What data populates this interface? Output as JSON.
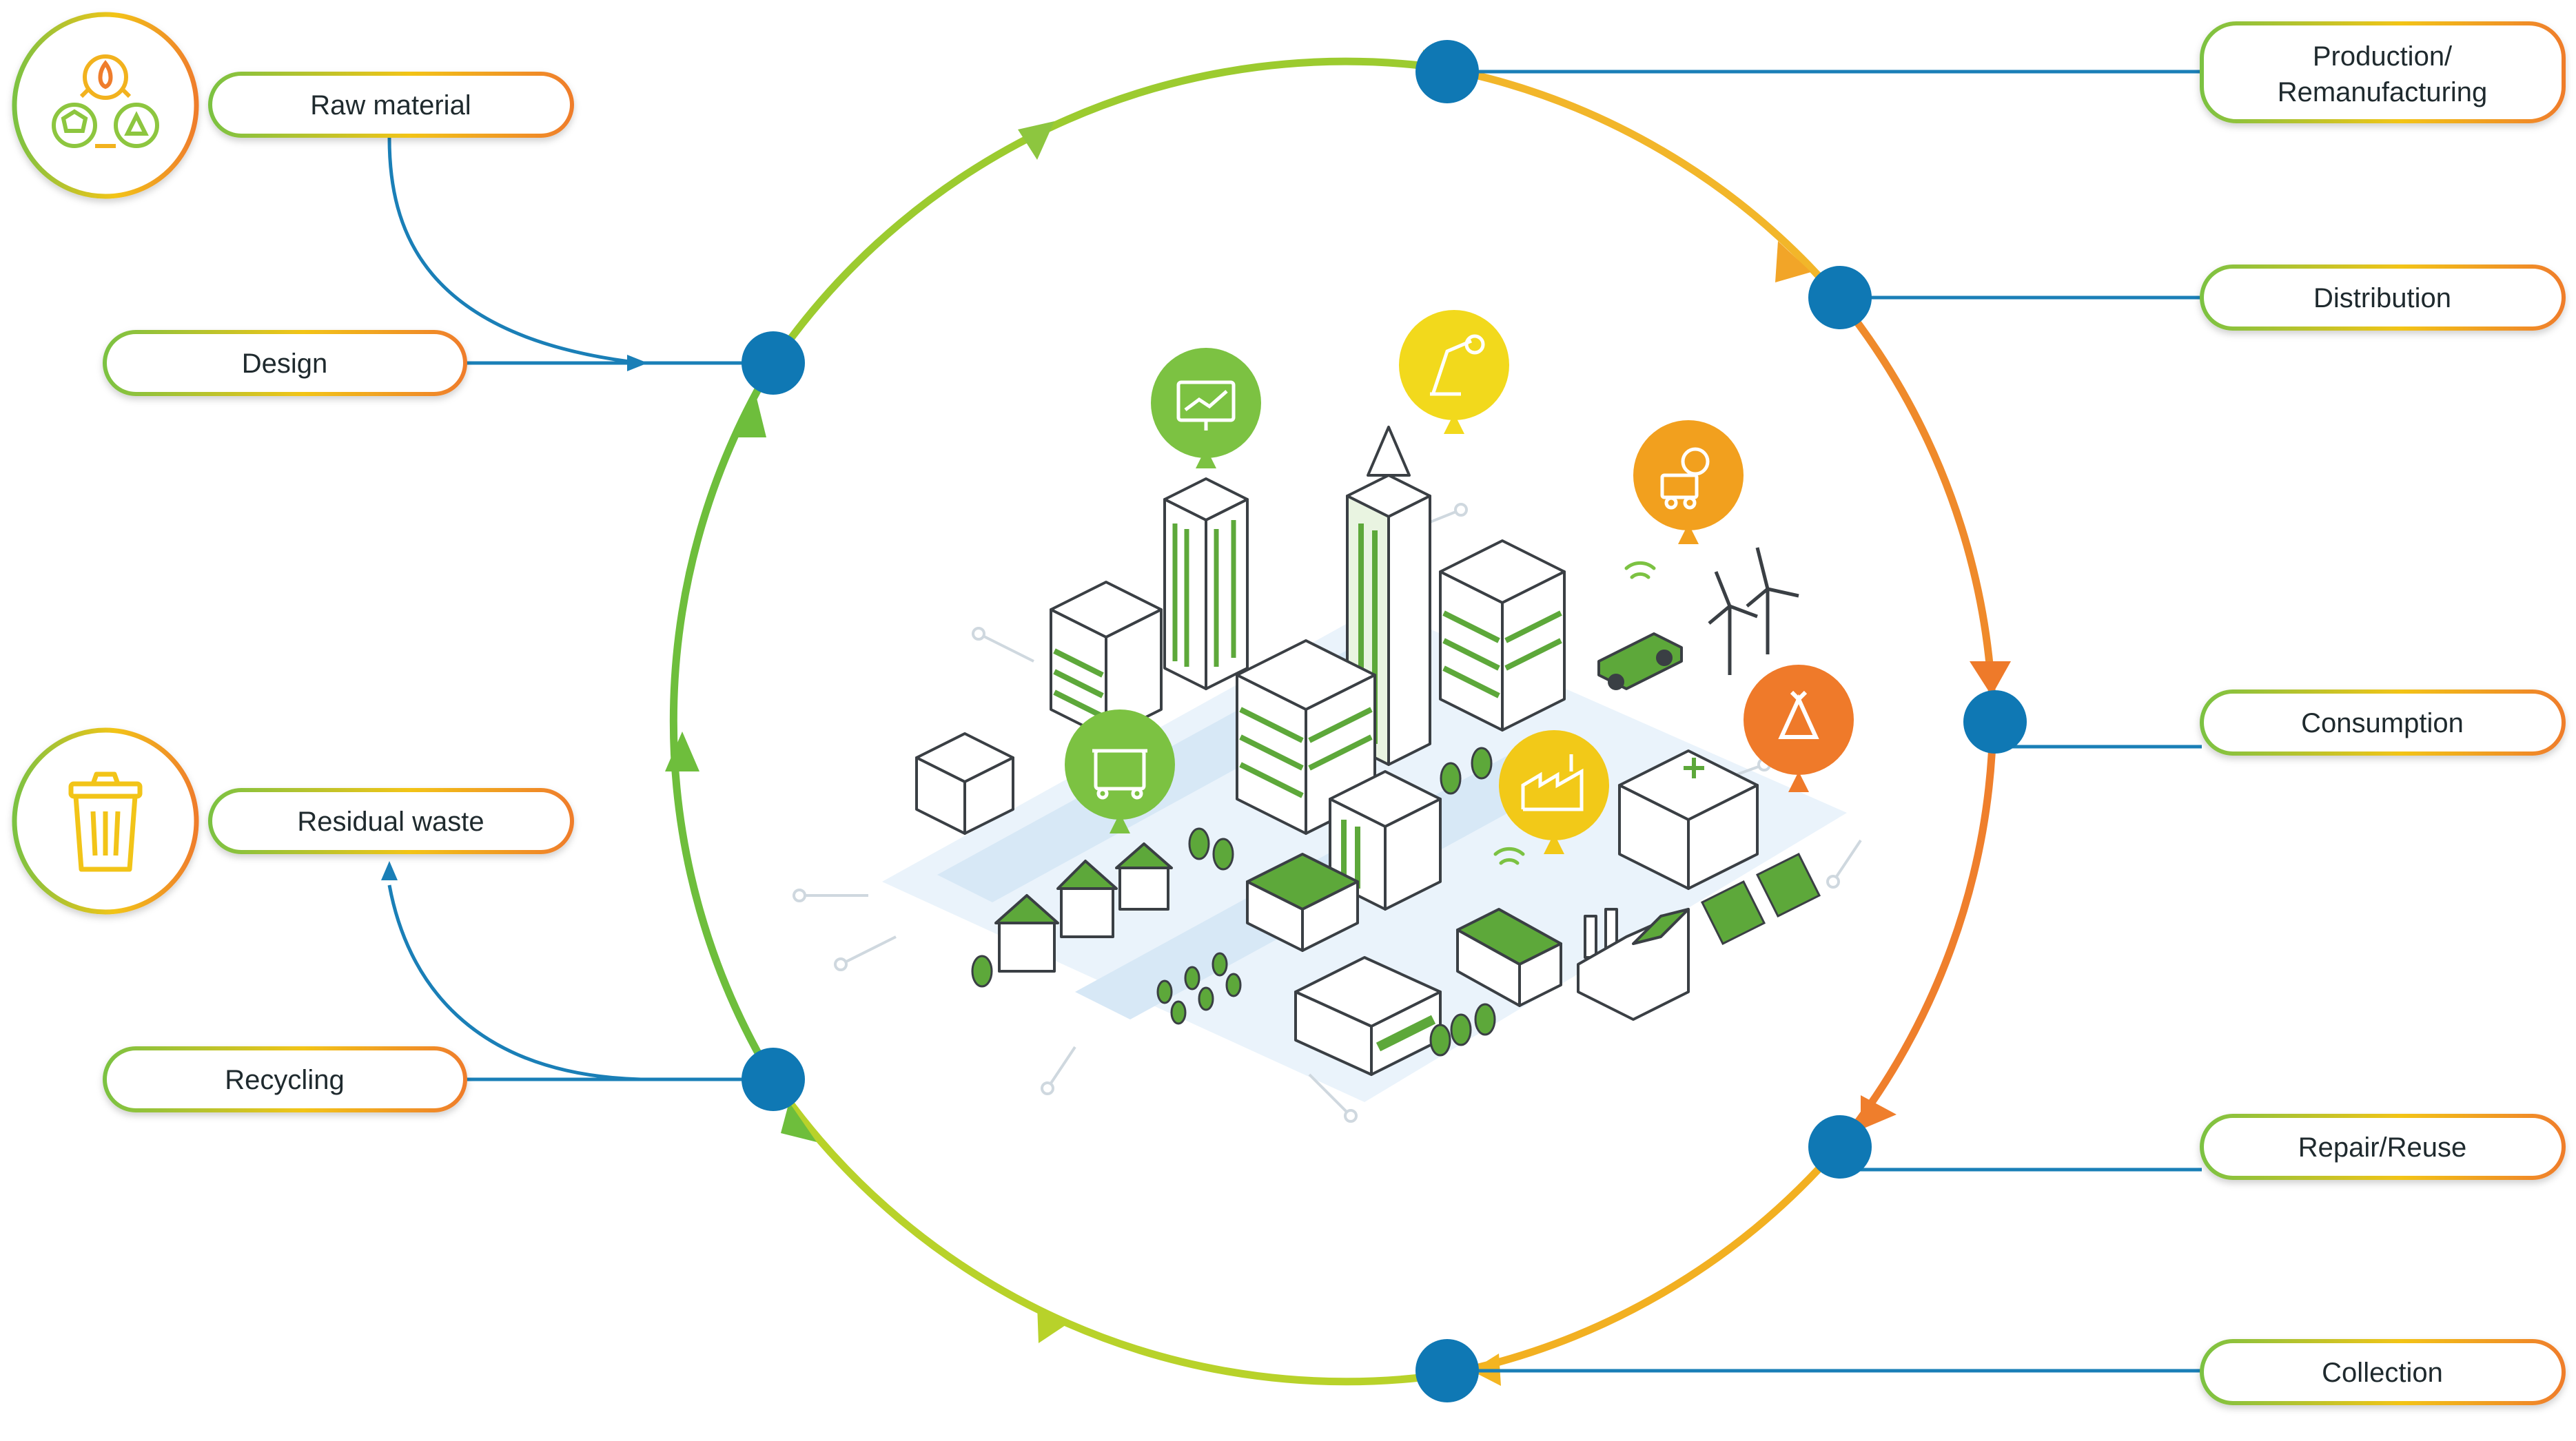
{
  "stages": {
    "raw_material": "Raw material",
    "design": "Design",
    "production_line1": "Production/",
    "production_line2": "Remanufacturing",
    "distribution": "Distribution",
    "consumption": "Consumption",
    "repair_reuse": "Repair/Reuse",
    "collection": "Collection",
    "recycling": "Recycling",
    "residual_waste": "Residual waste"
  },
  "colors": {
    "connector": "#1a7fb7",
    "node": "#0f78b4",
    "green": "#6ebe3c",
    "yellow": "#f0d018",
    "orange": "#ee7a2a",
    "building_green": "#5da83a"
  }
}
